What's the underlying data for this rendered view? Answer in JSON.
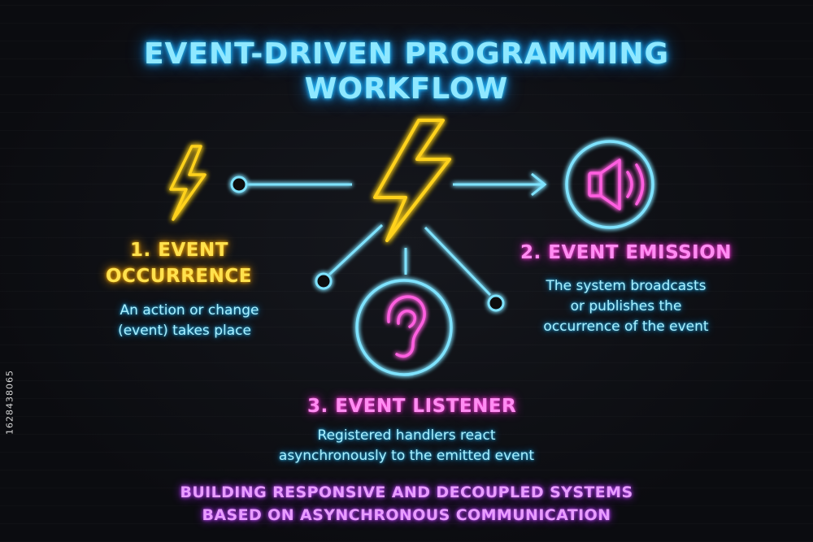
{
  "title": {
    "line1": "EVENT-DRIVEN PROGRAMMING",
    "line2": "WORKFLOW"
  },
  "colors": {
    "cyan": "#8fe8ff",
    "yellow": "#ffe14d",
    "pink": "#ff8cf2",
    "purple": "#e89cff",
    "background": "#0b0c10"
  },
  "steps": [
    {
      "heading_line1": "1. EVENT",
      "heading_line2": "OCCURRENCE",
      "desc_line1": "An action or change",
      "desc_line2": "(event) takes place",
      "icon": "lightning-bolt-icon"
    },
    {
      "heading_line1": "2. EVENT EMISSION",
      "desc_line1": "The system broadcasts",
      "desc_line2": "or publishes the",
      "desc_line3": "occurrence of the event",
      "icon": "speaker-icon"
    },
    {
      "heading_line1": "3. EVENT LISTENER",
      "desc_line1": "Registered handlers react",
      "desc_line2": "asynchronously to the emitted event",
      "icon": "ear-icon"
    }
  ],
  "hub_icon": "lightning-bolt-icon",
  "footer": {
    "line1": "BUILDING RESPONSIVE AND DECOUPLED SYSTEMS",
    "line2": "BASED ON ASYNCHRONOUS COMMUNICATION"
  },
  "side_id": "1628438065"
}
